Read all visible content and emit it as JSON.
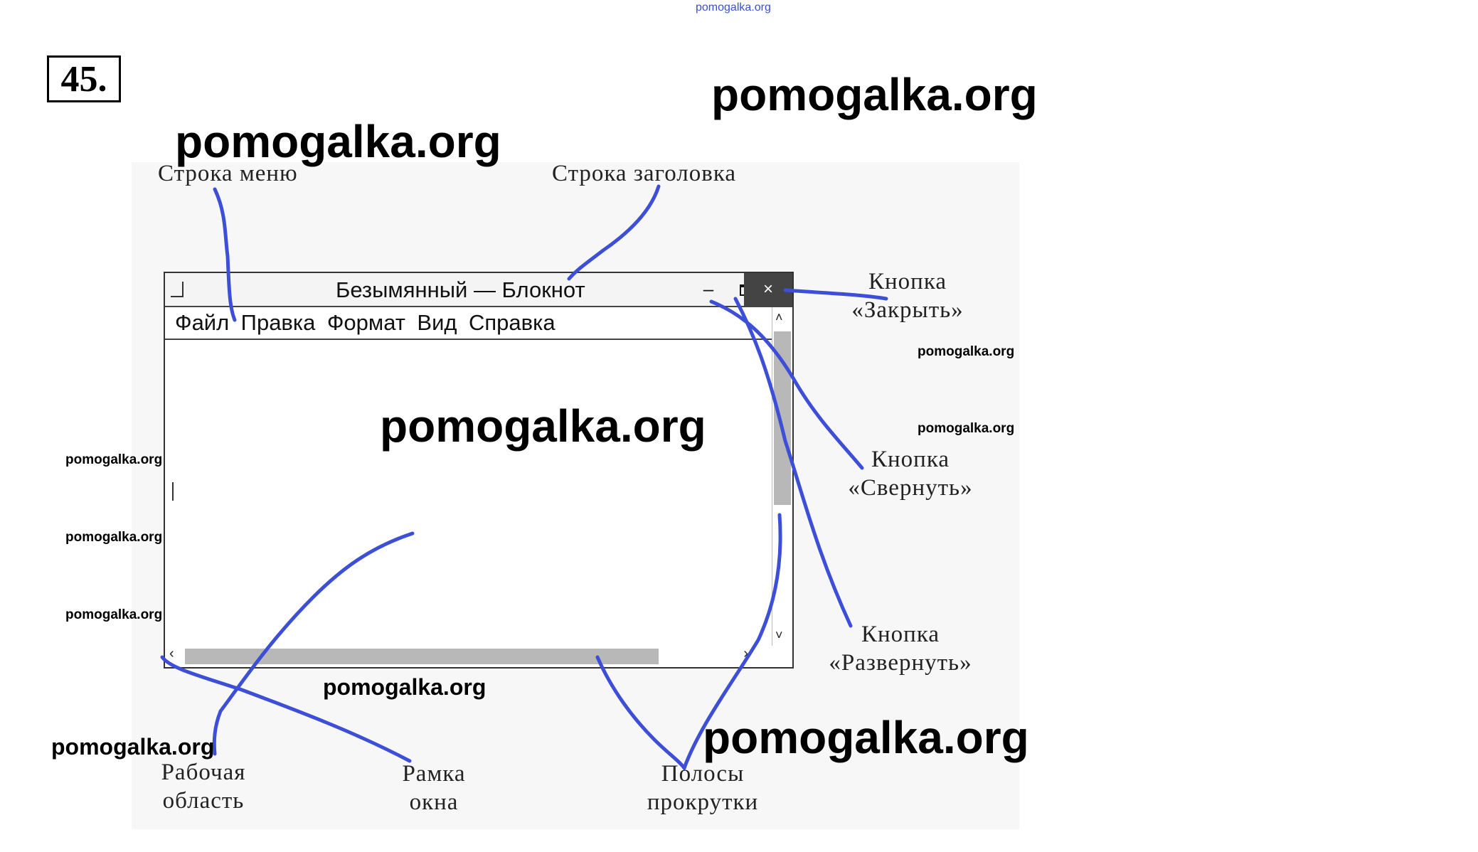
{
  "header": {
    "site": "pomogalka.org",
    "task_number": "45."
  },
  "watermarks": {
    "big": [
      "pomogalka.org",
      "pomogalka.org",
      "pomogalka.org",
      "pomogalka.org"
    ],
    "medium": [
      "pomogalka.org",
      "pomogalka.org"
    ],
    "small": [
      "pomogalka.org",
      "pomogalka.org",
      "pomogalka.org",
      "pomogalka.org",
      "pomogalka.org"
    ]
  },
  "window": {
    "title": "Безымянный — Блокнот",
    "menu": [
      "Файл",
      "Правка",
      "Формат",
      "Вид",
      "Справка"
    ],
    "minimize_glyph": "–",
    "close_glyph": "×"
  },
  "labels": {
    "menu_bar": "Строка меню",
    "title_bar": "Строка заголовка",
    "close_button": [
      "Кнопка",
      "«Закрыть»"
    ],
    "minimize_button": [
      "Кнопка",
      "«Свернуть»"
    ],
    "maximize_button": [
      "Кнопка",
      "«Развернуть»"
    ],
    "work_area": [
      "Рабочая",
      "область"
    ],
    "window_frame": [
      "Рамка",
      "окна"
    ],
    "scrollbars": [
      "Полосы",
      "прокрутки"
    ]
  },
  "colors": {
    "pointer_lines": "#3c4fd6",
    "close_button_bg": "#444444",
    "scrollbar_thumb": "#b8b8b8"
  }
}
